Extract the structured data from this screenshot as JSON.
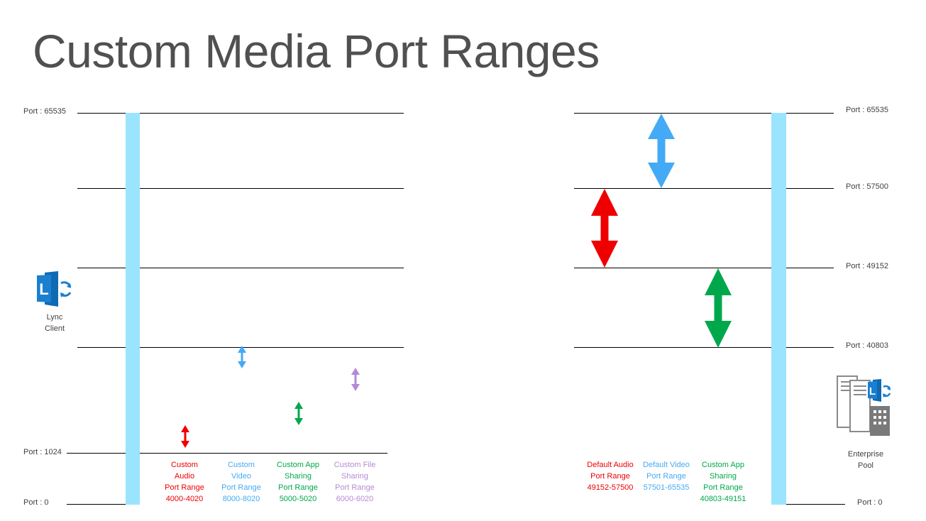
{
  "title": "Custom Media Port Ranges",
  "colors": {
    "audio": "#ee0000",
    "video": "#44aaf5",
    "appsharing": "#00a84b",
    "filesharing": "#b48ad4",
    "bar": "#9ae4fd"
  },
  "left": {
    "ports": {
      "p65535": "Port : 65535",
      "p1024": "Port : 1024",
      "p0": "Port : 0"
    },
    "client_label": [
      "Lync",
      "Client"
    ],
    "captions": {
      "audio": [
        "Custom",
        "Audio",
        "Port Range",
        "4000-4020"
      ],
      "video": [
        "Custom",
        "Video",
        "Port Range",
        "8000-8020"
      ],
      "appsharing": [
        "Custom App",
        "Sharing",
        "Port Range",
        "5000-5020"
      ],
      "filesharing": [
        "Custom File",
        "Sharing",
        "Port Range",
        "6000-6020"
      ]
    }
  },
  "right": {
    "ports": {
      "p65535": "Port : 65535",
      "p57500": "Port : 57500",
      "p49152": "Port : 49152",
      "p40803": "Port : 40803",
      "p0": "Port : 0"
    },
    "pool_label": [
      "Enterprise",
      "Pool"
    ],
    "captions": {
      "audio": [
        "Default Audio",
        "Port Range",
        "49152-57500"
      ],
      "video": [
        "Default Video",
        "Port Range",
        "57501-65535"
      ],
      "appsharing": [
        "Custom App",
        "Sharing",
        "Port Range",
        "40803-49151"
      ]
    }
  }
}
